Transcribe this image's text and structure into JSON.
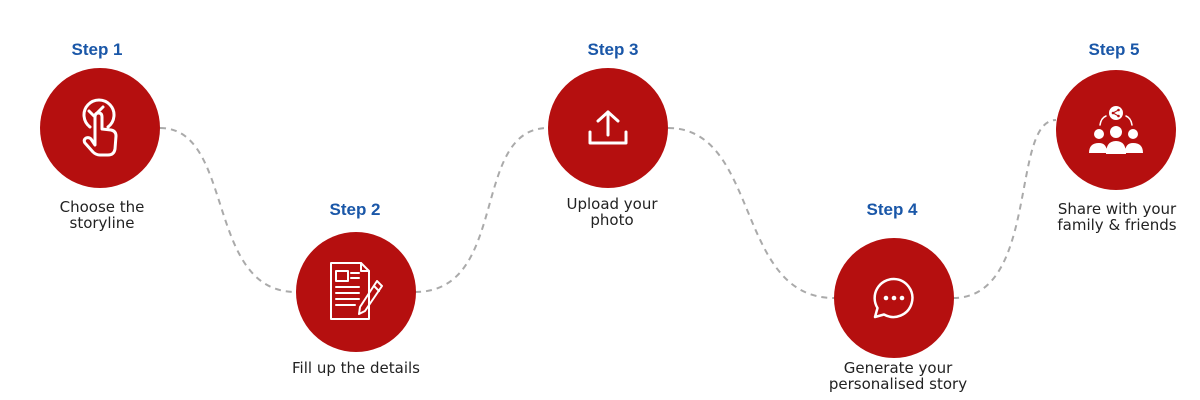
{
  "colors": {
    "circle": "#b50f0f",
    "step_title": "#1a57a8",
    "caption": "#222222",
    "connector": "#aaaaaa"
  },
  "steps": [
    {
      "title": "Step 1",
      "icon": "tap-icon",
      "caption_lines": [
        "Choose the",
        "storyline"
      ]
    },
    {
      "title": "Step 2",
      "icon": "form-edit-icon",
      "caption_lines": [
        "Fill up the details"
      ]
    },
    {
      "title": "Step 3",
      "icon": "upload-icon",
      "caption_lines": [
        "Upload your",
        "photo"
      ]
    },
    {
      "title": "Step 4",
      "icon": "chat-bubble-icon",
      "caption_lines": [
        "Generate your",
        "personalised story"
      ]
    },
    {
      "title": "Step 5",
      "icon": "share-group-icon",
      "caption_lines": [
        "Share with your",
        "family & friends"
      ]
    }
  ]
}
